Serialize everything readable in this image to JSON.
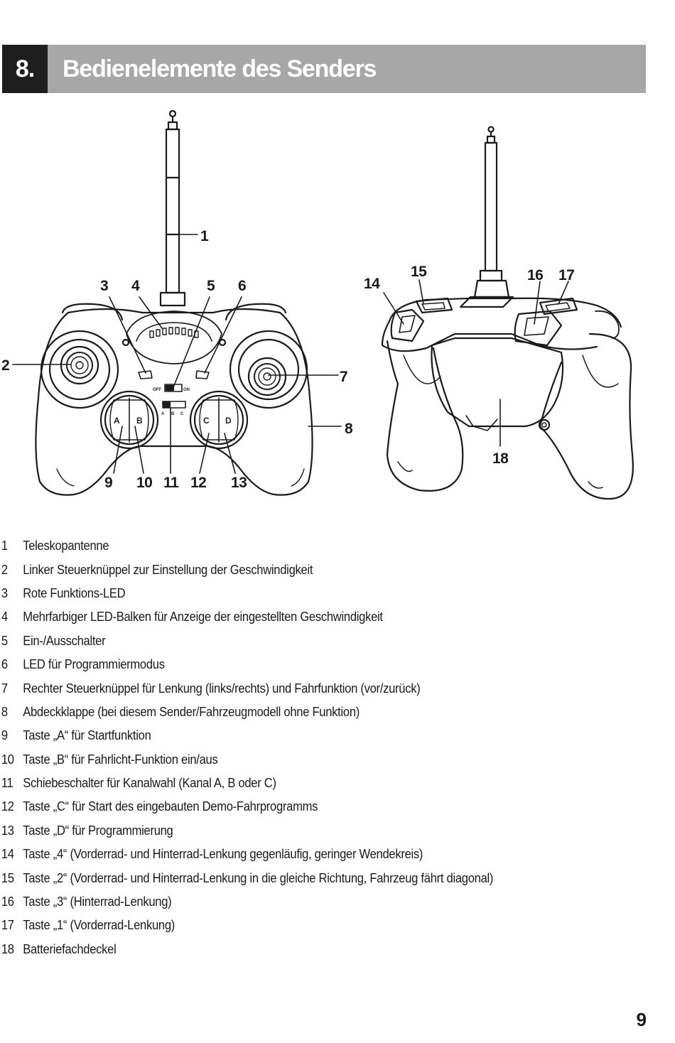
{
  "header": {
    "number": "8.",
    "title": "Bedienelemente des Senders"
  },
  "figure": {
    "callouts": [
      "1",
      "2",
      "3",
      "4",
      "5",
      "6",
      "7",
      "8",
      "9",
      "10",
      "11",
      "12",
      "13",
      "14",
      "15",
      "16",
      "17",
      "18"
    ],
    "switch_off": "OFF",
    "switch_on": "ON",
    "channel_labels": [
      "A",
      "B",
      "C"
    ],
    "buttons": [
      "A",
      "B",
      "C",
      "D"
    ]
  },
  "legend": [
    {
      "n": "1",
      "text": "Teleskopantenne"
    },
    {
      "n": "2",
      "text": "Linker Steuerknüppel zur Einstellung der Geschwindigkeit"
    },
    {
      "n": "3",
      "text": "Rote Funktions-LED"
    },
    {
      "n": "4",
      "text": "Mehrfarbiger LED-Balken für Anzeige der eingestellten Geschwindigkeit"
    },
    {
      "n": "5",
      "text": "Ein-/Ausschalter"
    },
    {
      "n": "6",
      "text": "LED für Programmiermodus"
    },
    {
      "n": "7",
      "text": "Rechter Steuerknüppel für Lenkung (links/rechts) und Fahrfunktion (vor/zurück)"
    },
    {
      "n": "8",
      "text": "Abdeckklappe (bei diesem Sender/Fahrzeugmodell ohne Funktion)"
    },
    {
      "n": "9",
      "text": "Taste „A“ für Startfunktion"
    },
    {
      "n": "10",
      "text": "Taste „B“ für Fahrlicht-Funktion ein/aus"
    },
    {
      "n": "11",
      "text": "Schiebeschalter für Kanalwahl (Kanal A, B oder C)"
    },
    {
      "n": "12",
      "text": "Taste „C“ für Start des eingebauten Demo-Fahrprogramms"
    },
    {
      "n": "13",
      "text": "Taste „D“ für Programmierung"
    },
    {
      "n": "14",
      "text": "Taste „4“ (Vorderrad- und Hinterrad-Lenkung gegenläufig, geringer Wendekreis)"
    },
    {
      "n": "15",
      "text": "Taste „2“ (Vorderrad- und Hinterrad-Lenkung in die gleiche Richtung, Fahrzeug fährt diagonal)"
    },
    {
      "n": "16",
      "text": "Taste „3“ (Hinterrad-Lenkung)"
    },
    {
      "n": "17",
      "text": "Taste „1“ (Vorderrad-Lenkung)"
    },
    {
      "n": "18",
      "text": "Batteriefachdeckel"
    }
  ],
  "page_number": "9"
}
